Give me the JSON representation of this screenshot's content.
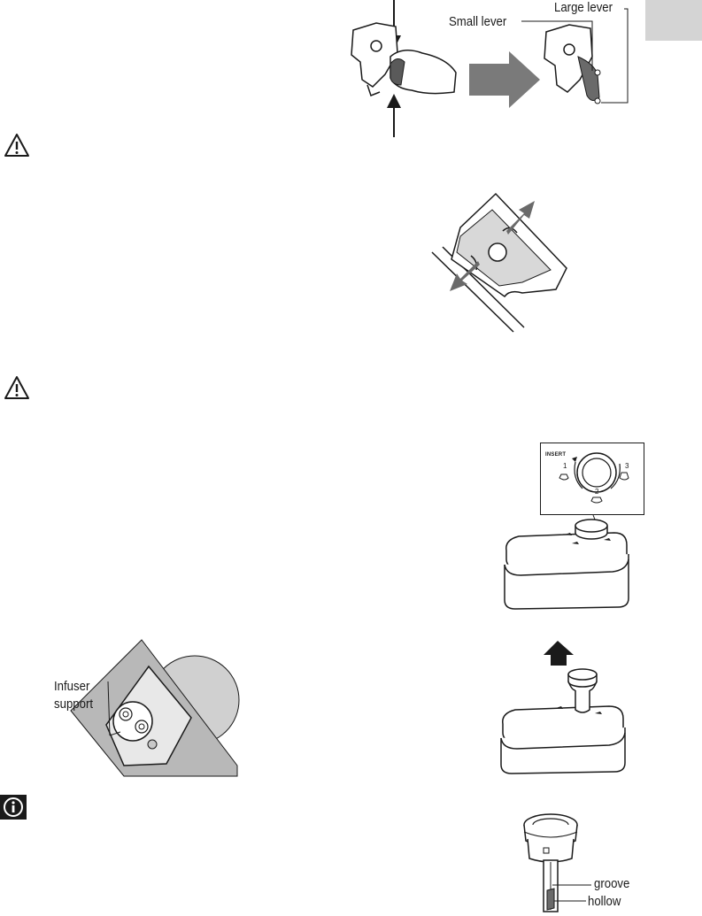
{
  "labels": {
    "large_lever": "Large lever",
    "small_lever": "Small lever",
    "infuser": "Infuser",
    "support": "support",
    "groove": "groove",
    "hollow": "hollow"
  },
  "dial": {
    "insert": "INSERT",
    "pos1": "1",
    "pos2": "2",
    "pos3": "3"
  },
  "icons": [
    "warning-icon",
    "warning-icon",
    "info-icon"
  ],
  "colors": {
    "tab": "#d4d4d4",
    "arrow": "#7a7a7a",
    "dark": "#1a1a1a"
  }
}
